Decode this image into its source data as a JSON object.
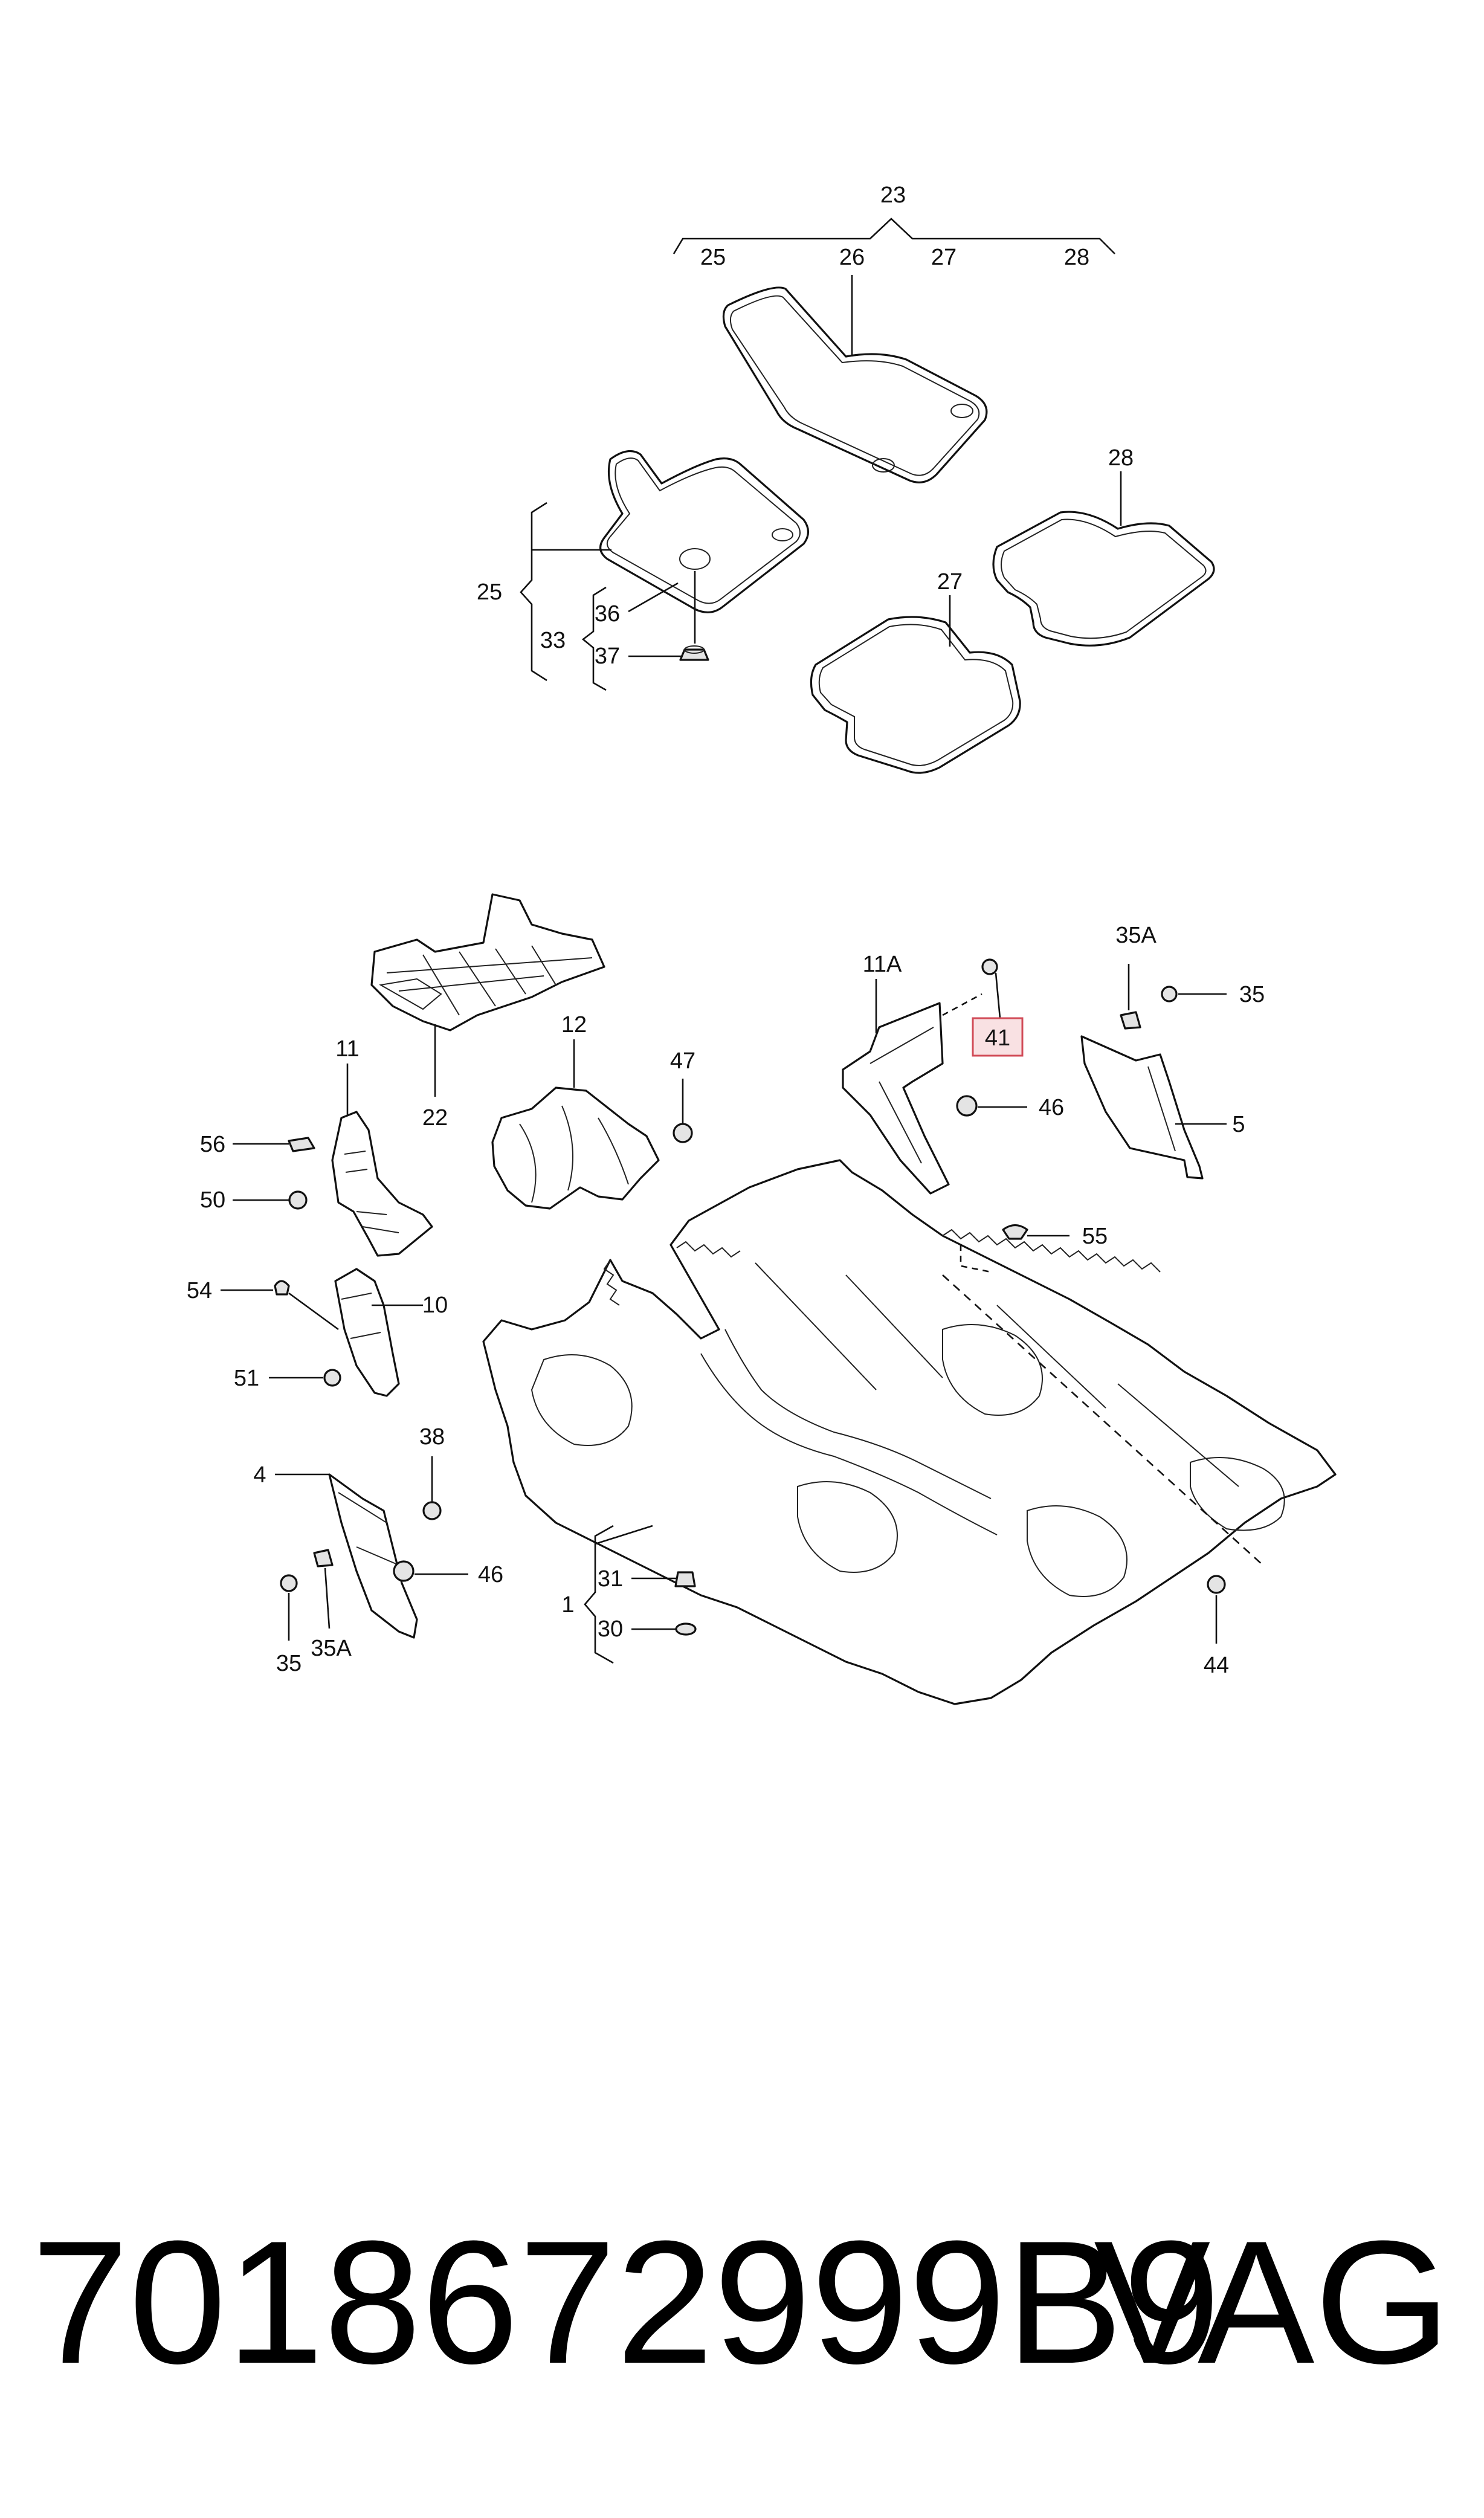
{
  "diagram": {
    "callouts": {
      "c1": "1",
      "c4": "4",
      "c5": "5",
      "c10": "10",
      "c11": "11",
      "c11a": "11A",
      "c12": "12",
      "c22": "22",
      "c23": "23",
      "c25_top": "25",
      "c26": "26",
      "c27_top": "27",
      "c28_top": "28",
      "c25": "25",
      "c27": "27",
      "c28": "28",
      "c30": "30",
      "c31": "31",
      "c33": "33",
      "c35_right": "35",
      "c35a_right": "35A",
      "c35_left": "35",
      "c35a_left": "35A",
      "c36": "36",
      "c37": "37",
      "c38": "38",
      "c41": "41",
      "c44": "44",
      "c46_mid": "46",
      "c46_left": "46",
      "c47": "47",
      "c50": "50",
      "c51": "51",
      "c54": "54",
      "c55": "55",
      "c56": "56"
    },
    "highlight_color": "#e8868e"
  },
  "footer": {
    "part_number": "7018672999B9",
    "brand": "VAG"
  }
}
